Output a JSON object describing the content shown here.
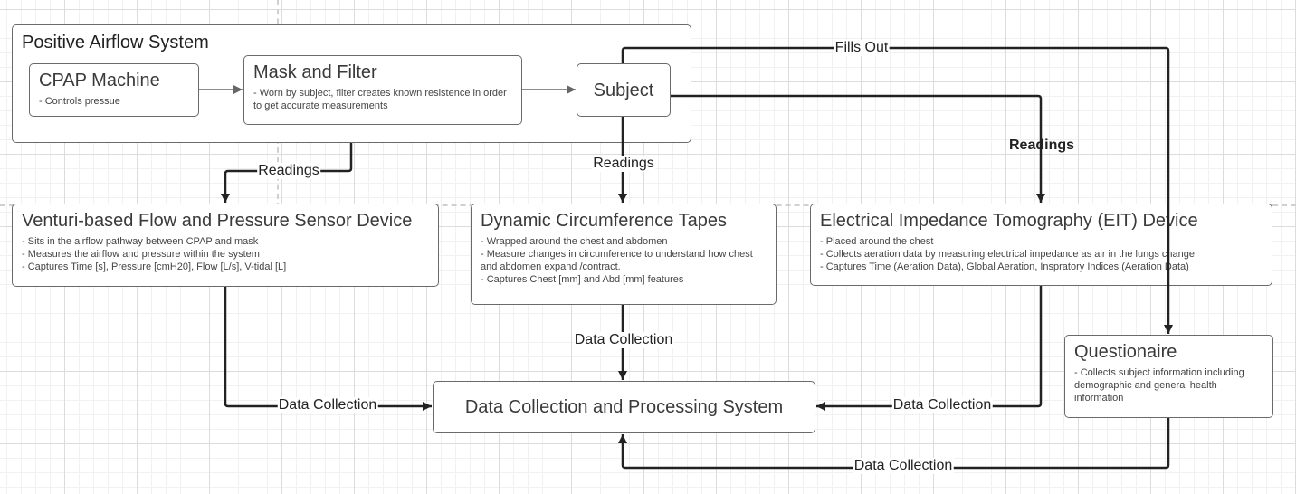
{
  "group": {
    "title": "Positive Airflow System"
  },
  "nodes": {
    "cpap": {
      "title": "CPAP Machine",
      "desc": [
        "Controls pressue"
      ]
    },
    "mask": {
      "title": "Mask and Filter",
      "desc": [
        "Worn by subject, filter creates known resistence in order to get accurate measurements"
      ]
    },
    "subject": {
      "title": "Subject"
    },
    "venturi": {
      "title": "Venturi-based Flow and Pressure Sensor Device",
      "desc": [
        "Sits in the airflow pathway between CPAP and mask",
        "Measures the airflow and pressure within the system",
        "Captures Time [s], Pressure [cmH20], Flow [L/s], V-tidal [L]"
      ]
    },
    "tapes": {
      "title": "Dynamic Circumference Tapes",
      "desc": [
        "Wrapped around the chest and abdomen",
        "Measure changes in circumference to understand how chest and abdomen expand /contract.",
        "Captures Chest [mm] and Abd [mm] features"
      ]
    },
    "eit": {
      "title": "Electrical Impedance Tomography (EIT) Device",
      "desc": [
        "Placed around the chest",
        "Collects aeration data by measuring electrical impedance as air in the lungs change",
        "Captures Time (Aeration Data), Global Aeration, Inspratory Indices (Aeration Data)"
      ]
    },
    "dcps": {
      "title": "Data Collection and Processing System"
    },
    "quest": {
      "title": "Questionaire",
      "desc": [
        "Collects subject information including demographic and general health information"
      ]
    }
  },
  "edges": {
    "fills_out": "Fills Out",
    "readings_group_venturi": "Readings",
    "readings_subject_tapes": "Readings",
    "readings_subject_eit": "Readings",
    "dc_tapes": "Data Collection",
    "dc_venturi": "Data Collection",
    "dc_eit": "Data Collection",
    "dc_quest": "Data Collection"
  }
}
